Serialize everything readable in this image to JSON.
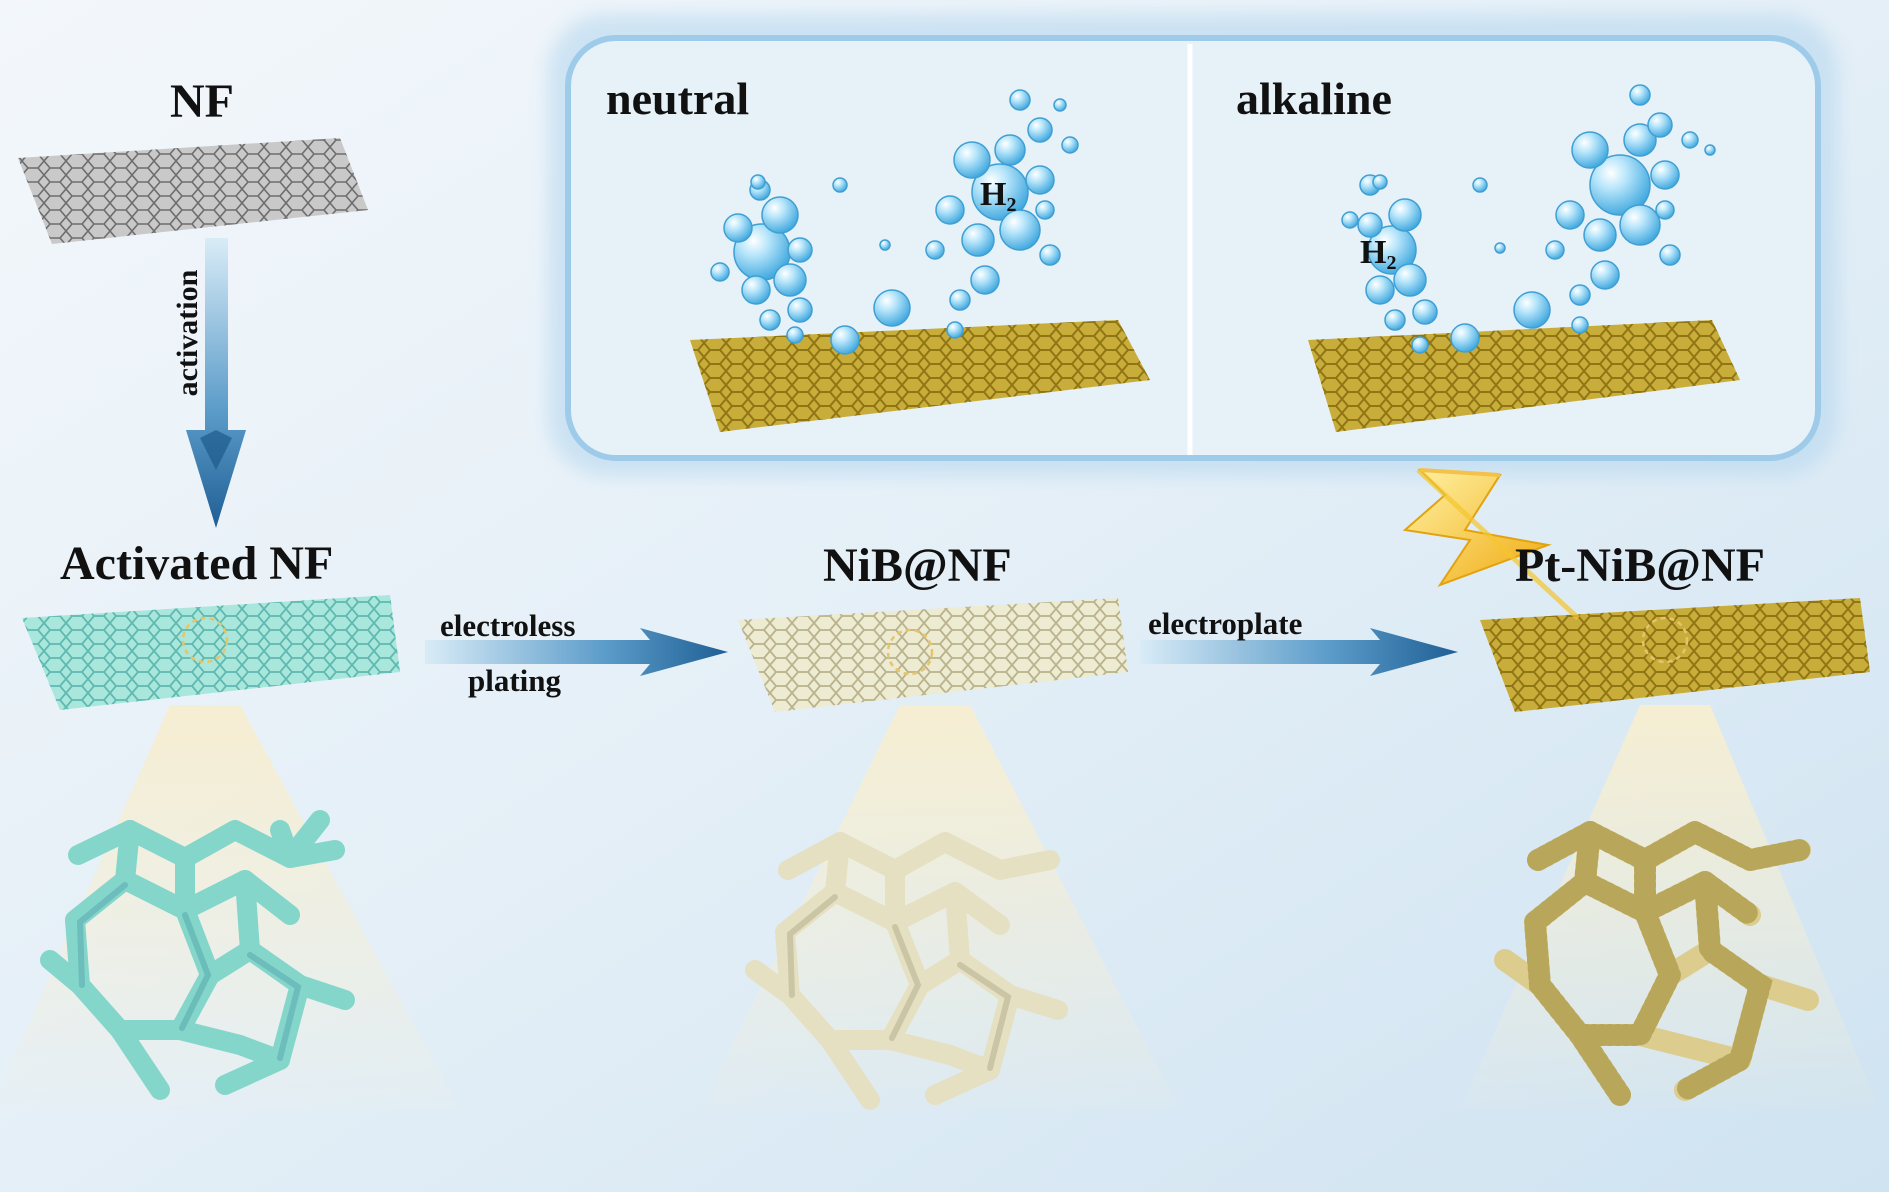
{
  "labels": {
    "nf": "NF",
    "activation": "activation",
    "activated_nf": "Activated NF",
    "electroless_line1": "electroless",
    "electroless_line2": "plating",
    "nib_nf": "NiB@NF",
    "electroplate": "electroplate",
    "pt_nib_nf": "Pt-NiB@NF"
  },
  "inset": {
    "left_title": "neutral",
    "right_title": "alkaline",
    "h2_main": "H",
    "h2_sub": "2"
  },
  "colors": {
    "background": "#dfeef7",
    "nickel_foam": "#9a9a9a",
    "activated": "#8fdcd2",
    "nib": "#e6e2c2",
    "pt_nib": "#c7a935",
    "bubble": "#6cc3ee",
    "arrow": "#3d82b5",
    "lightning": "#f6c21c"
  },
  "icons": [
    "bubble-cluster-icon",
    "lightning-icon",
    "arrow-icon",
    "foam-sheet-icon",
    "foam-strut-icon"
  ]
}
